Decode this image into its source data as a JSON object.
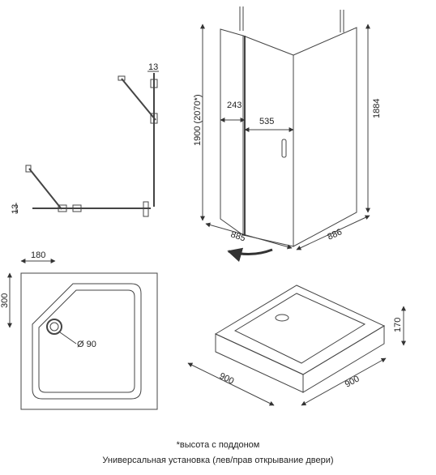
{
  "shower_enclosure": {
    "dims": {
      "top_width": "13",
      "left_width": "13",
      "door_offset": "243",
      "door_width": "535",
      "height_total": "1900 (2070*)",
      "height_glass": "1884",
      "front_width": "885",
      "side_width": "886"
    }
  },
  "tray": {
    "dims": {
      "corner_offset": "180",
      "left_offset": "300",
      "drain_diameter": "Ø 90",
      "width": "900",
      "depth": "900",
      "height": "170"
    }
  },
  "footnote": {
    "line1": "*высота с поддоном",
    "line2": "Универсальная установка (лев/прав открывание двери)"
  }
}
